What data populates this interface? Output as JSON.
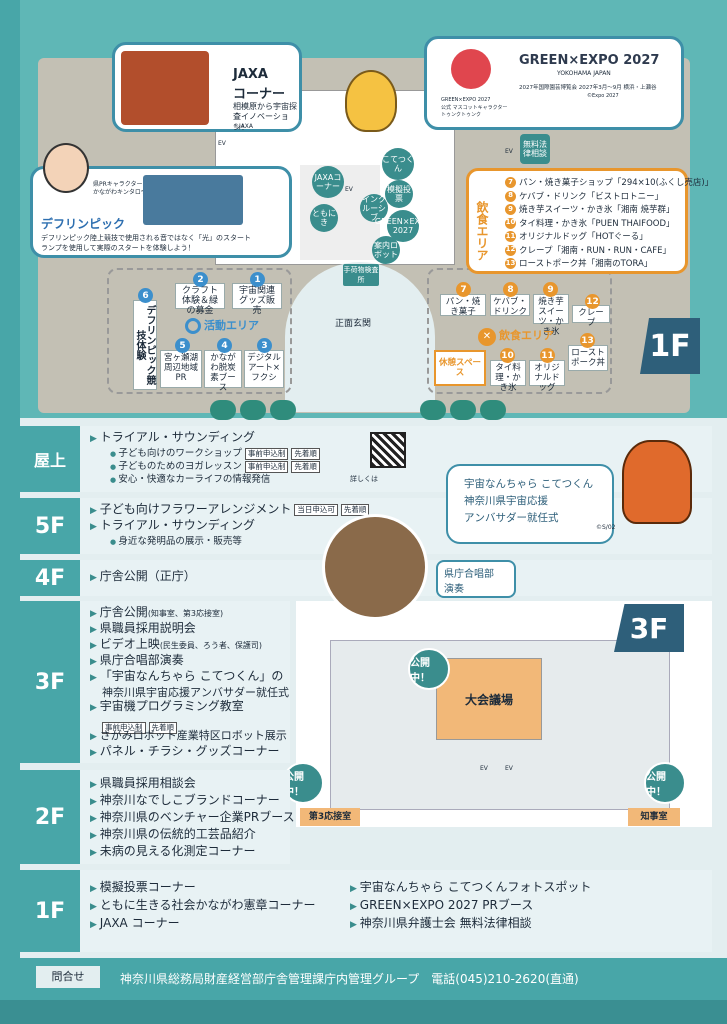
{
  "floor1": {
    "label": "1F",
    "jaxa": {
      "title1": "JAXA",
      "title2": "コーナー",
      "desc1": "相模原から宇宙探",
      "desc2": "査イノベーション！",
      "credit": "©JAXA"
    },
    "expo": {
      "title": "GREEN×EXPO 2027",
      "sub": "YOKOHAMA JAPAN",
      "line": "2027年国際園芸博覧会 2027年3月～9月 横浜・上瀬谷",
      "copy": "©Expo 2027",
      "mascot1": "GREEN×EXPO 2027",
      "mascot2": "公式 マスコットキャラクター",
      "mascot3": "トゥンクトゥンク"
    },
    "deflym": {
      "title": "デフリンピック",
      "char1": "県PRキャラクター",
      "char2": "かながわキンタロウ",
      "desc1": "デフリンピック陸上競技で使用される音ではなく「光」のスタート",
      "desc2": "ランプを使用して実際のスタートを体験しよう！"
    },
    "tags": {
      "kotetsukun": "こてつくん",
      "mogi": "模擬投票",
      "jaxa": "JAXAコーナー",
      "tomoni": "ともにき",
      "inclusive": "インクルーシブ",
      "expo": "GREEN×EXPO 2027",
      "robot": "案内ロボット",
      "houritsu": "無料法律相談"
    },
    "food_area_label": "飲食エリア",
    "food_list": [
      {
        "n": "7",
        "t": "パン・焼き菓子ショップ「294×10(ふくし売店)」"
      },
      {
        "n": "8",
        "t": "ケバブ・ドリンク「ビストロトニー」"
      },
      {
        "n": "9",
        "t": "焼き芋スイーツ・かき氷「湘南 焼芋群」"
      },
      {
        "n": "10",
        "t": "タイ料理・かき氷「PUEN THAIFOOD」"
      },
      {
        "n": "11",
        "t": "オリジナルドッグ「HOTぐーる」"
      },
      {
        "n": "12",
        "t": "クレープ「湘南・RUN・RUN・CAFE」"
      },
      {
        "n": "13",
        "t": "ローストポーク丼「湘南のTORA」"
      }
    ],
    "activity_label": "活動エリア",
    "booths": {
      "b1": "宇宙関連グッズ販売",
      "b2": "クラフト体験＆緑の募金",
      "b3": "デジタルアート×フクシ",
      "b4": "かながわ脱炭素ブース",
      "b5": "宮ヶ瀬湖周辺地域PR",
      "b6": "デフリンピック競技体験",
      "b7": "パン・焼き菓子",
      "b8": "ケバブ・ドリンク",
      "b9": "焼き芋スイーツ・かき氷",
      "b10": "タイ料理・かき氷",
      "b11": "オリジナルドッグ",
      "b12": "クレープ",
      "b13": "ローストポーク丼",
      "rest": "休憩スペース",
      "kenkoku": "手荷物検査所",
      "entrance": "正面玄関"
    },
    "numbers": [
      "1",
      "2",
      "3",
      "4",
      "5",
      "6",
      "7",
      "8",
      "9",
      "10",
      "11",
      "12",
      "13"
    ],
    "ev": "EV"
  },
  "sections": {
    "roof": {
      "label": "屋上",
      "items": [
        "トライアル・サウンディング"
      ],
      "subs": [
        {
          "t": "子ども向けのワークショップ",
          "b": [
            "事前申込制",
            "先着順"
          ]
        },
        {
          "t": "子どものためのヨガレッスン",
          "b": [
            "事前申込制",
            "先着順"
          ]
        },
        {
          "t": "安心・快適なカーライフの情報発信",
          "b": []
        }
      ],
      "qr": "詳しくは"
    },
    "f5": {
      "label": "5F",
      "items": [
        "子ども向けフラワーアレンジメント",
        "トライアル・サウンディング"
      ],
      "badges": [
        "当日申込可",
        "先着順"
      ],
      "sub": "身近な発明品の展示・販売等"
    },
    "f4": {
      "label": "4F",
      "items": [
        "庁舎公開（正庁）"
      ]
    },
    "f3": {
      "label": "3F",
      "items": [
        "庁舎公開",
        "県職員採用説明会",
        "ビデオ上映",
        "県庁合唱部演奏",
        "「宇宙なんちゃら こてつくん」の",
        "神奈川県宇宙応援アンバサダー就任式",
        "宇宙機プログラミング教室",
        "さがみロボット産業特区ロボット展示",
        "パネル・チラシ・グッズコーナー"
      ],
      "small1": "(知事室、第3応接室)",
      "small2": "(民生委員、ろう者、保護司)",
      "badges": [
        "事前申込制",
        "先着順"
      ]
    },
    "f2": {
      "label": "2F",
      "items": [
        "県職員採用相談会",
        "神奈川なでしこブランドコーナー",
        "神奈川県のベンチャー企業PRブース",
        "神奈川県の伝統的工芸品紹介",
        "未病の見える化測定コーナー"
      ]
    },
    "f1": {
      "label": "1F",
      "left": [
        "模擬投票コーナー",
        "ともに生きる社会かながわ憲章コーナー",
        "JAXA コーナー"
      ],
      "right": [
        "宇宙なんちゃら こてつくんフォトスポット",
        "GREEN×EXPO 2027 PRブース",
        "神奈川県弁護士会 無料法律相談"
      ]
    }
  },
  "f3map": {
    "label": "3F",
    "ambassador1": "宇宙なんちゃら こてつくん",
    "ambassador2": "神奈川県宇宙応援",
    "ambassador3": "アンバサダー就任式",
    "credit": "©S/02",
    "choir1": "県庁合唱部",
    "choir2": "演奏",
    "hall": "大会議場",
    "public": "公開中！",
    "room3": "第3応接室",
    "governor": "知事室"
  },
  "footer": {
    "label": "問合せ",
    "text": "神奈川県総務局財産経営部庁舎管理課庁内管理グループ　電話(045)210-2620(直通)"
  },
  "colors": {
    "teal": "#48a6a8",
    "orange": "#e8962d",
    "blue": "#3c8fcc"
  }
}
